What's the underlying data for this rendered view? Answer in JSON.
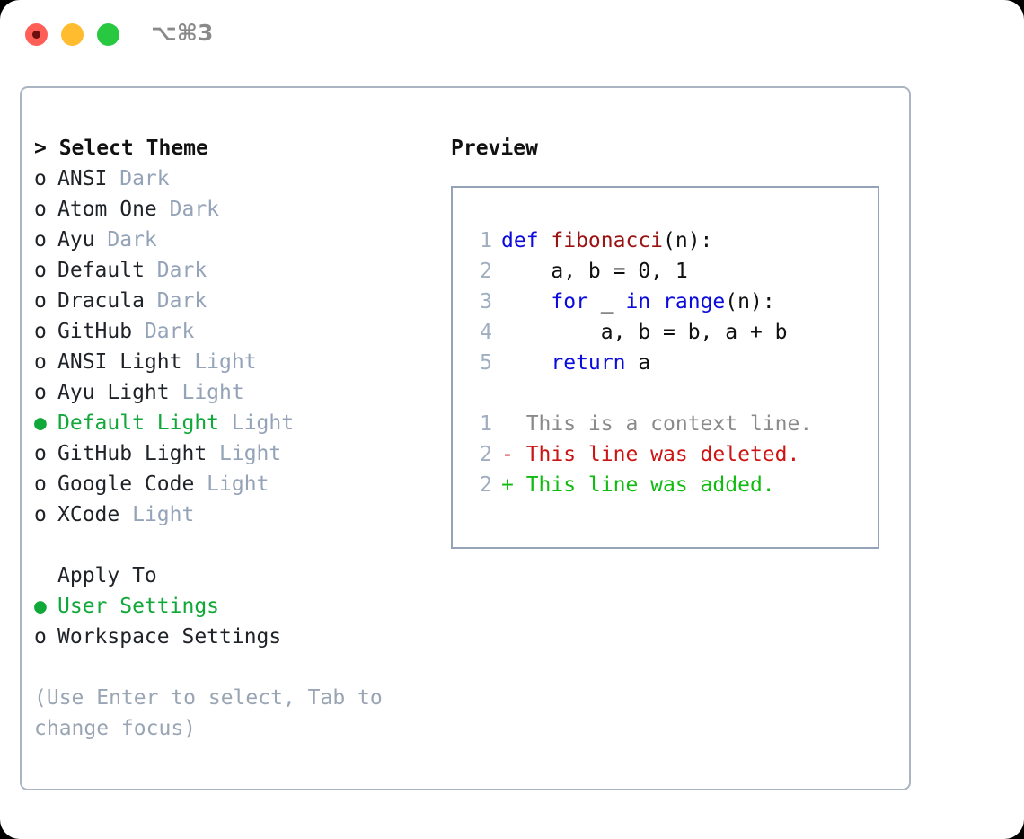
{
  "titlebar": {
    "shortcut": "⌥⌘3",
    "buttons": [
      {
        "name": "close",
        "color": "#ff5f57"
      },
      {
        "name": "minimize",
        "color": "#febc2e"
      },
      {
        "name": "maximize",
        "color": "#28c840"
      }
    ]
  },
  "theme_picker": {
    "header": "> Select Theme",
    "selected_theme": "Default Light",
    "selected_color": "#11a83a",
    "kind_color": "#94a3b8",
    "items": [
      {
        "marker": "o",
        "label": "ANSI",
        "kind": " Dark",
        "selected": false
      },
      {
        "marker": "o",
        "label": "Atom One",
        "kind": " Dark",
        "selected": false
      },
      {
        "marker": "o",
        "label": "Ayu",
        "kind": " Dark",
        "selected": false
      },
      {
        "marker": "o",
        "label": "Default",
        "kind": " Dark",
        "selected": false
      },
      {
        "marker": "o",
        "label": "Dracula",
        "kind": " Dark",
        "selected": false
      },
      {
        "marker": "o",
        "label": "GitHub",
        "kind": " Dark",
        "selected": false
      },
      {
        "marker": "o",
        "label": "ANSI Light",
        "kind": " Light",
        "selected": false
      },
      {
        "marker": "o",
        "label": "Ayu Light",
        "kind": " Light",
        "selected": false
      },
      {
        "marker": "●",
        "label": "Default Light",
        "kind": " Light",
        "selected": true
      },
      {
        "marker": "o",
        "label": "GitHub Light",
        "kind": " Light",
        "selected": false
      },
      {
        "marker": "o",
        "label": "Google Code",
        "kind": " Light",
        "selected": false
      },
      {
        "marker": "o",
        "label": "XCode",
        "kind": " Light",
        "selected": false
      }
    ]
  },
  "apply_to": {
    "header": "Apply To",
    "selected_option": "User Settings",
    "items": [
      {
        "marker": "●",
        "label": "User Settings",
        "selected": true
      },
      {
        "marker": "o",
        "label": "Workspace Settings",
        "selected": false
      }
    ]
  },
  "hint": "(Use Enter to select, Tab to change focus)",
  "preview": {
    "title": "Preview",
    "code_lines": [
      {
        "num": "1",
        "tokens": [
          {
            "t": "def ",
            "c": "kw"
          },
          {
            "t": "fibonacci",
            "c": "fn"
          },
          {
            "t": "(n):",
            "c": "plain"
          }
        ]
      },
      {
        "num": "2",
        "tokens": [
          {
            "t": "    a, b = 0, 1",
            "c": "plain"
          }
        ]
      },
      {
        "num": "3",
        "tokens": [
          {
            "t": "    ",
            "c": "plain"
          },
          {
            "t": "for",
            "c": "kw"
          },
          {
            "t": " _ ",
            "c": "plain"
          },
          {
            "t": "in",
            "c": "kw"
          },
          {
            "t": " ",
            "c": "plain"
          },
          {
            "t": "range",
            "c": "bi"
          },
          {
            "t": "(n):",
            "c": "plain"
          }
        ]
      },
      {
        "num": "4",
        "tokens": [
          {
            "t": "        a, b = b, a + b",
            "c": "plain"
          }
        ]
      },
      {
        "num": "5",
        "tokens": [
          {
            "t": "    ",
            "c": "plain"
          },
          {
            "t": "return",
            "c": "kw"
          },
          {
            "t": " a",
            "c": "plain"
          }
        ]
      }
    ],
    "diff_lines": [
      {
        "num": "1",
        "text": "  This is a context line.",
        "kind": "ctx"
      },
      {
        "num": "2",
        "text": "- This line was deleted.",
        "kind": "del"
      },
      {
        "num": "2",
        "text": "+ This line was added.",
        "kind": "add"
      }
    ]
  }
}
